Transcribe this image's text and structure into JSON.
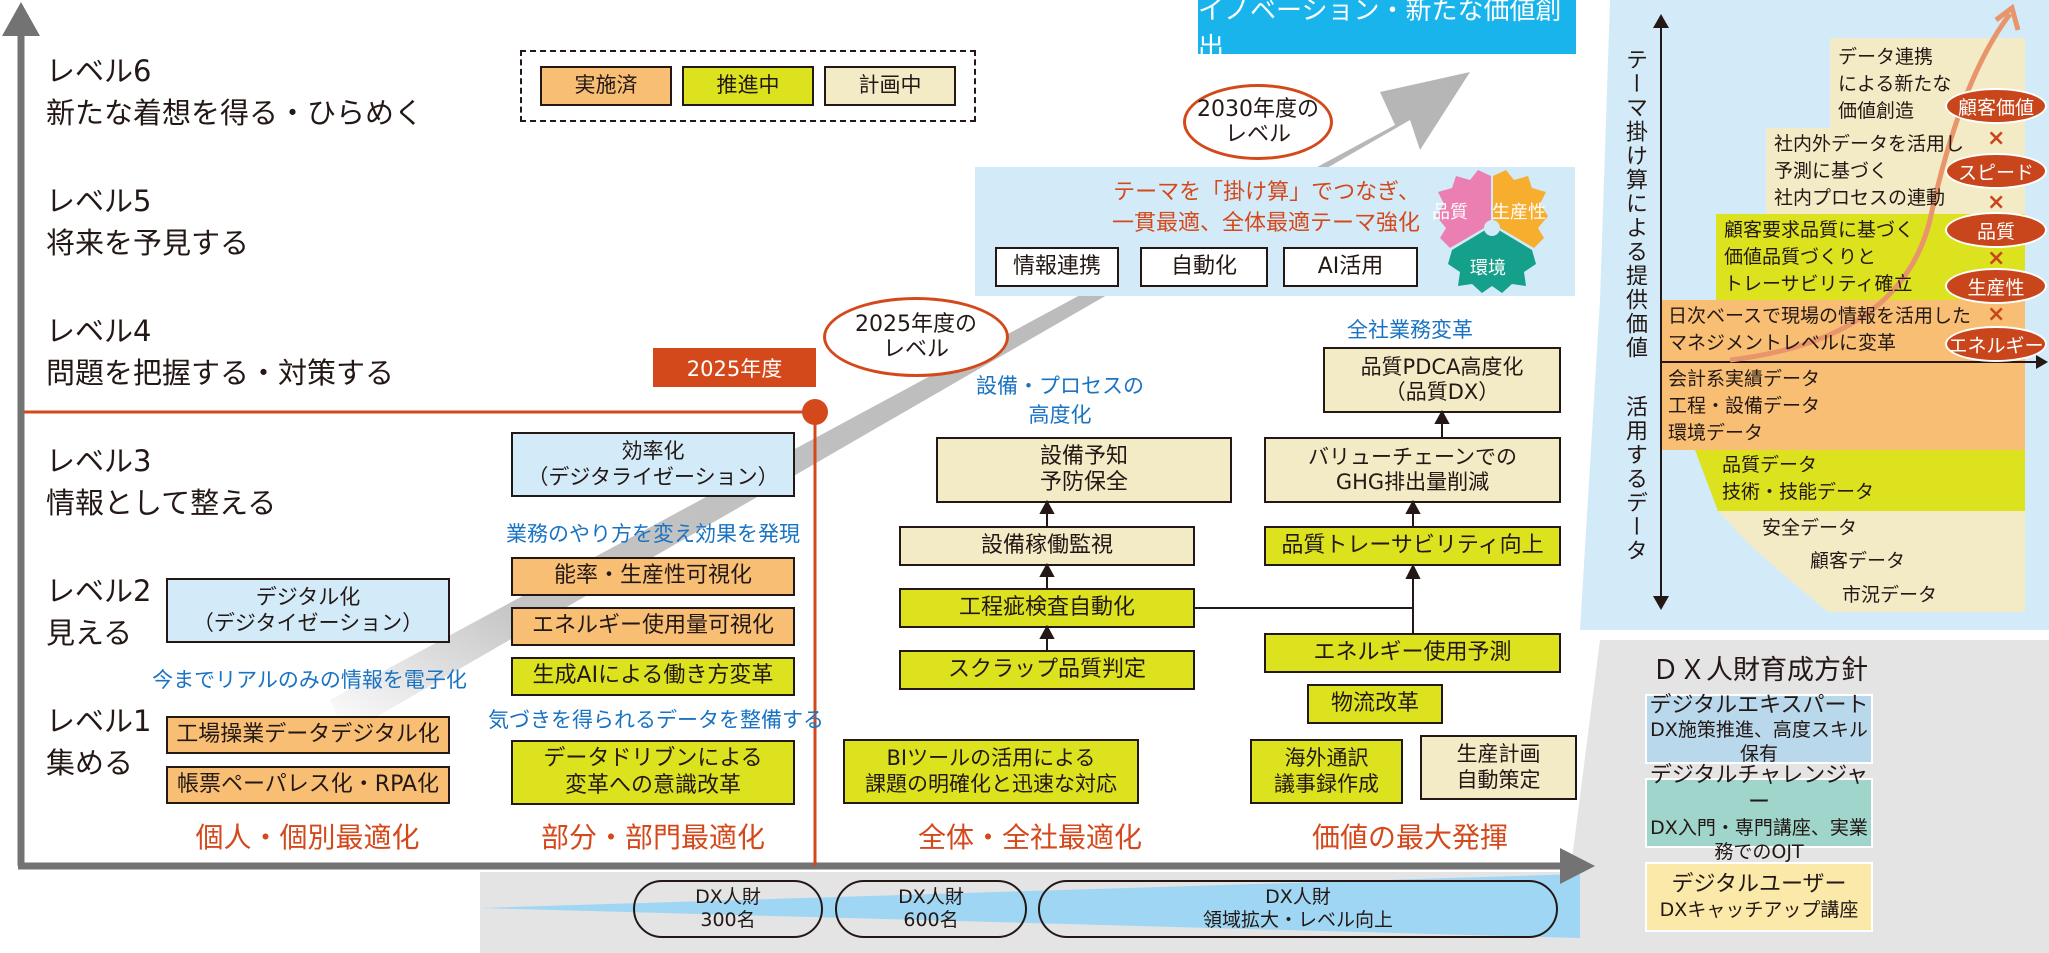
{
  "legend": {
    "done": "実施済",
    "in_progress": "推進中",
    "planned": "計画中",
    "colors": {
      "done": "#f8bf74",
      "in_progress": "#dce21e",
      "planned": "#f3ebc6"
    }
  },
  "levels": [
    {
      "name": "レベル6",
      "desc": "新たな着想を得る・ひらめく"
    },
    {
      "name": "レベル5",
      "desc": "将来を予見する"
    },
    {
      "name": "レベル4",
      "desc": "問題を把握する・対策する"
    },
    {
      "name": "レベル3",
      "desc": "情報として整える"
    },
    {
      "name": "レベル2",
      "desc": "見える"
    },
    {
      "name": "レベル1",
      "desc": "集める"
    }
  ],
  "year_marker": "2025年度",
  "innovation_banner": "イノベーション・新たな価値創出",
  "milestones": {
    "m2025": [
      "2025年度の",
      "レベル"
    ],
    "m2030": [
      "2030年度の",
      "レベル"
    ]
  },
  "col1": {
    "digitization_box": [
      "デジタル化",
      "（デジタイゼーション）"
    ],
    "caption": "今までリアルのみの情報を電子化",
    "items": [
      {
        "label": "工場操業データデジタル化",
        "status": "done"
      },
      {
        "label": "帳票ペーパレス化・RPA化",
        "status": "done"
      }
    ],
    "stage": "個人・個別最適化"
  },
  "col2": {
    "digitalization_box": [
      "効率化",
      "（デジタライゼーション）"
    ],
    "caption_top": "業務のやり方を変え効果を発現",
    "items": [
      {
        "label": "能率・生産性可視化",
        "status": "done"
      },
      {
        "label": "エネルギー使用量可視化",
        "status": "done"
      },
      {
        "label": "生成AIによる働き方変革",
        "status": "in_progress"
      }
    ],
    "caption_bottom": "気づきを得られるデータを整備する",
    "bottom_item": {
      "lines": [
        "データドリブンによる",
        "変革への意識改革"
      ],
      "status": "in_progress"
    },
    "stage": "部分・部門最適化"
  },
  "col3": {
    "caption": [
      "設備・プロセスの",
      "高度化"
    ],
    "chain": [
      {
        "lines": [
          "設備予知",
          "予防保全"
        ],
        "status": "planned"
      },
      {
        "lines": [
          "設備稼働監視"
        ],
        "status": "planned"
      },
      {
        "lines": [
          "工程疵検査自動化"
        ],
        "status": "in_progress"
      },
      {
        "lines": [
          "スクラップ品質判定"
        ],
        "status": "in_progress"
      }
    ],
    "bi_item": {
      "lines": [
        "BIツールの活用による",
        "課題の明確化と迅速な対応"
      ],
      "status": "in_progress"
    },
    "stage": "全体・全社最適化"
  },
  "col4": {
    "caption": "全社業務変革",
    "chain": [
      {
        "lines": [
          "品質PDCA高度化",
          "（品質DX）"
        ],
        "status": "planned"
      },
      {
        "lines": [
          "バリューチェーンでの",
          "GHG排出量削減"
        ],
        "status": "planned"
      },
      {
        "lines": [
          "品質トレーサビリティ向上"
        ],
        "status": "in_progress"
      },
      {
        "lines": [
          "エネルギー使用予測"
        ],
        "status": "in_progress"
      }
    ],
    "logistics": {
      "label": "物流改革",
      "status": "in_progress"
    },
    "translation": {
      "lines": [
        "海外通訳",
        "議事録作成"
      ],
      "status": "in_progress"
    },
    "planning": {
      "lines": [
        "生産計画",
        "自動策定"
      ],
      "status": "planned"
    },
    "stage": "価値の最大発揮"
  },
  "theme_panel": {
    "headline": [
      "テーマを「掛け算」でつなぎ、",
      "一貫最適、全体最適テーマ強化"
    ],
    "buttons": [
      "情報連携",
      "自動化",
      "AI活用"
    ],
    "gear": {
      "quality": "品質",
      "productivity": "生産性",
      "environment": "環境"
    }
  },
  "talent_bar": [
    [
      "DX人財",
      "300名"
    ],
    [
      "DX人財",
      "600名"
    ],
    [
      "DX人財",
      "領域拡大・レベル向上"
    ]
  ],
  "value_panel": {
    "axis_up": "テーマ掛け算による提供価値",
    "axis_down": "活用するデータ",
    "steps": [
      [
        "データ連携",
        "による新たな",
        "価値創造"
      ],
      [
        "社内外データを活用し",
        "予測に基づく",
        "社内プロセスの連動"
      ],
      [
        "顧客要求品質に基づく",
        "価値品質づくりと",
        "トレーサビリティ確立"
      ],
      [
        "日次ベースで現場の情報を活用した",
        "マネジメントレベルに変革"
      ]
    ],
    "badges": [
      "顧客価値",
      "スピード",
      "品質",
      "生産性",
      "エネルギー"
    ],
    "cross": "×",
    "data_tiers": [
      [
        "会計系実績データ",
        "工程・設備データ",
        "環境データ"
      ],
      [
        "品質データ",
        "技術・技能データ"
      ],
      [
        "安全データ"
      ],
      [
        "顧客データ"
      ],
      [
        "市況データ"
      ]
    ]
  },
  "talent_policy": {
    "title": "ＤＸ人財育成方針",
    "tiers": [
      {
        "name": "デジタルエキスパート",
        "desc": "DX施策推進、高度スキル保有",
        "color": "#b9d8ec"
      },
      {
        "name": "デジタルチャレンジャー",
        "desc": "DX入門・専門講座、実業務でのOJT",
        "color": "#9fd5cb"
      },
      {
        "name": "デジタルユーザー",
        "desc": "DXキャッチアップ講座",
        "color": "#fbe9a9"
      }
    ]
  }
}
